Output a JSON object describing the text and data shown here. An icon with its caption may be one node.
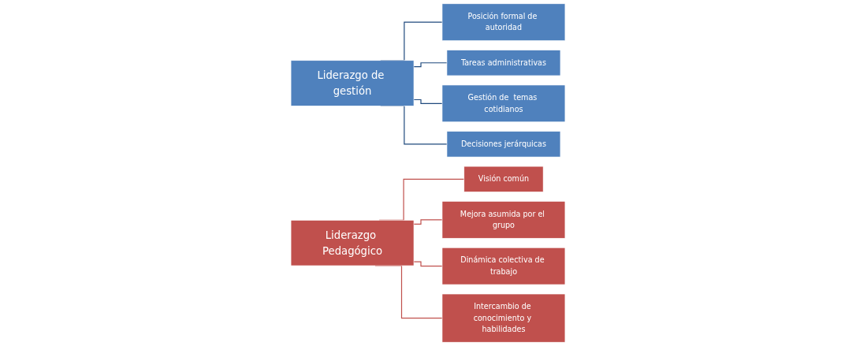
{
  "diagram": {
    "nodes": [
      {
        "text": [
          "Liderazgo de gestión"
        ]
      },
      {
        "text": [
          "Posición formal de autoridad"
        ]
      },
      {
        "text": [
          "Tareas administrativas"
        ]
      },
      {
        "text": [
          "Gestión de  temas cotidianos"
        ]
      },
      {
        "text": [
          "Decisiones jerárquicas"
        ]
      },
      {
        "text": [
          "Liderazgo Pedagógico"
        ]
      },
      {
        "text": [
          "Visión común"
        ]
      },
      {
        "text": [
          "Mejora asumida por el grupo"
        ]
      },
      {
        "text": [
          "Dinámica colectiva de trabajo"
        ]
      },
      {
        "text": [
          "Intercambio de conocimiento y habilidades"
        ]
      }
    ],
    "edges": [
      {
        "from": 0,
        "to": 1,
        "arrow": "none",
        "color": "#1f497d"
      },
      {
        "from": 0,
        "to": 2,
        "arrow": "none",
        "color": "#1f497d"
      },
      {
        "from": 0,
        "to": 3,
        "arrow": "none",
        "color": "#1f497d"
      },
      {
        "from": 0,
        "to": 4,
        "arrow": "none",
        "color": "#1f497d"
      },
      {
        "from": 5,
        "to": 6,
        "arrow": "none",
        "color": "#c0504d"
      },
      {
        "from": 5,
        "to": 7,
        "arrow": "none",
        "color": "#c0504d"
      },
      {
        "from": 5,
        "to": 8,
        "arrow": "none",
        "color": "#c0504d"
      },
      {
        "from": 5,
        "to": 9,
        "arrow": "none",
        "color": "#c0504d"
      }
    ]
  }
}
